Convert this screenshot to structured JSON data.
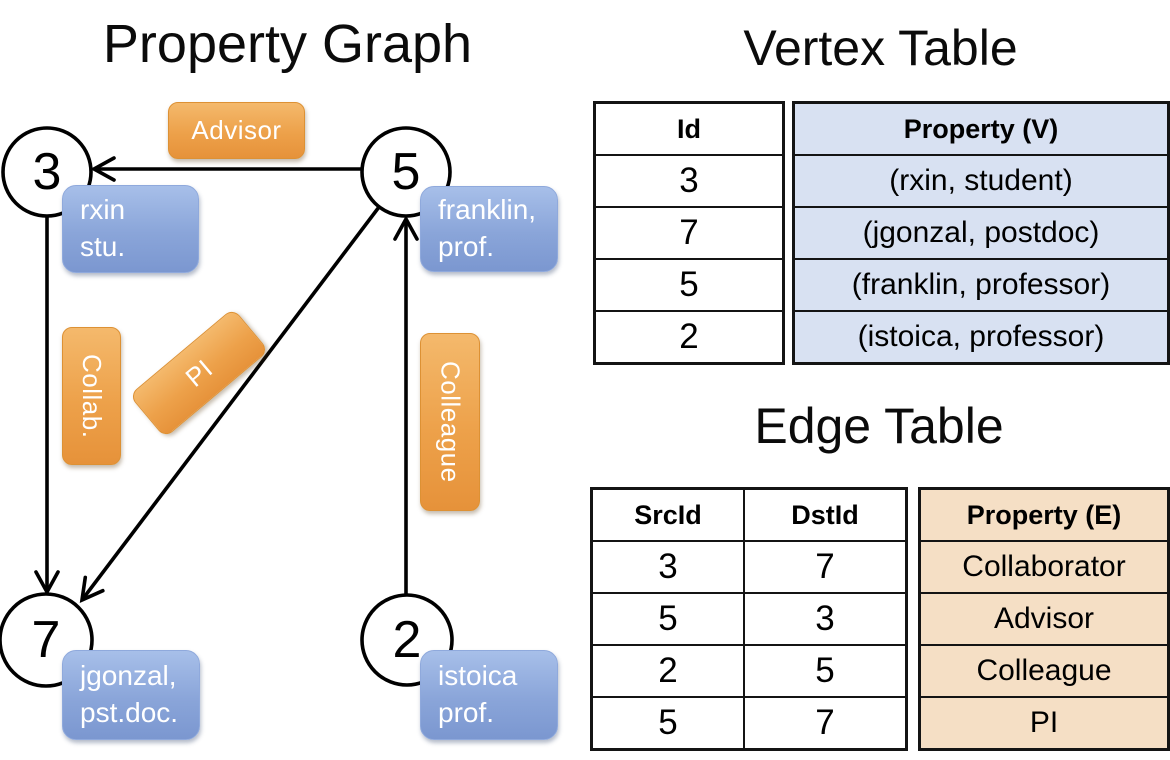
{
  "titles": {
    "graph": "Property Graph",
    "vertex_table": "Vertex Table",
    "edge_table": "Edge Table"
  },
  "graph": {
    "nodes": [
      {
        "id": "3",
        "property_lines": [
          "rxin",
          "stu."
        ]
      },
      {
        "id": "5",
        "property_lines": [
          "franklin,",
          "prof."
        ]
      },
      {
        "id": "7",
        "property_lines": [
          "jgonzal,",
          "pst.doc."
        ]
      },
      {
        "id": "2",
        "property_lines": [
          "istoica",
          "prof."
        ]
      }
    ],
    "edges": [
      {
        "label": "Advisor",
        "from": "5",
        "to": "3"
      },
      {
        "label": "Collab.",
        "from": "3",
        "to": "7"
      },
      {
        "label": "PI",
        "from": "5",
        "to": "7"
      },
      {
        "label": "Colleague",
        "from": "2",
        "to": "5"
      }
    ]
  },
  "vertex_table": {
    "headers": {
      "id": "Id",
      "property": "Property (V)"
    },
    "rows": [
      {
        "id": "3",
        "property": "(rxin, student)"
      },
      {
        "id": "7",
        "property": "(jgonzal, postdoc)"
      },
      {
        "id": "5",
        "property": "(franklin, professor)"
      },
      {
        "id": "2",
        "property": "(istoica, professor)"
      }
    ]
  },
  "edge_table": {
    "headers": {
      "src": "SrcId",
      "dst": "DstId",
      "property": "Property (E)"
    },
    "rows": [
      {
        "src": "3",
        "dst": "7",
        "property": "Collaborator"
      },
      {
        "src": "5",
        "dst": "3",
        "property": "Advisor"
      },
      {
        "src": "2",
        "dst": "5",
        "property": "Colleague"
      },
      {
        "src": "5",
        "dst": "7",
        "property": "PI"
      }
    ]
  },
  "colors": {
    "edge_label_fill": "#EDA14A",
    "node_property_fill": "#8AA5D9",
    "vertex_table_cell_bg": "#D8E1F2",
    "edge_table_cell_bg": "#F5DFC5",
    "line_color": "#000000"
  }
}
